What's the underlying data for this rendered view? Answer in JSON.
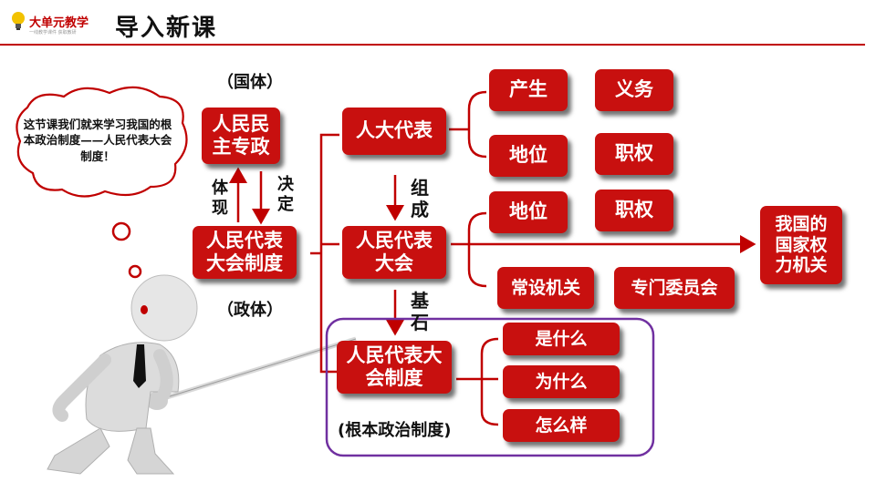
{
  "header": {
    "logo_text": "大单元教学",
    "logo_sub": "一线教学课件  获取教研",
    "title": "导入新课"
  },
  "bubble": {
    "text": "这节课我们就来学习我国的根本政治制度——人民代表大会制度！"
  },
  "labels": {
    "guoti": "（国体）",
    "zhengti": "（政体）",
    "tixian": "体现",
    "jueding": "决定",
    "zucheng": "组成",
    "jishi": "基石",
    "genben": "(根本政治制度)"
  },
  "boxes": {
    "renmin_minzhu": [
      "人民民",
      "主专政"
    ],
    "rd_zhidu_left": [
      "人民代表",
      "大会制度"
    ],
    "renda_daibiao": "人大代表",
    "rd_dahui": [
      "人民代表",
      "大会"
    ],
    "rd_zhidu_bottom": [
      "人民代表大",
      "会制度"
    ],
    "chansheng": "产生",
    "yiwu": "义务",
    "diwei1": "地位",
    "zhiquan1": "职权",
    "diwei2": "地位",
    "zhiquan2": "职权",
    "changshe": "常设机关",
    "zhuanmen": "专门委员会",
    "guojia_quanli": [
      "我国的",
      "国家权",
      "力机关"
    ],
    "shishenme": "是什么",
    "weishenme": "为什么",
    "zenmeyang": "怎么样"
  },
  "colors": {
    "box_red": "#c8100f",
    "line_red": "#c00000",
    "frame_purple": "#7030a0"
  }
}
